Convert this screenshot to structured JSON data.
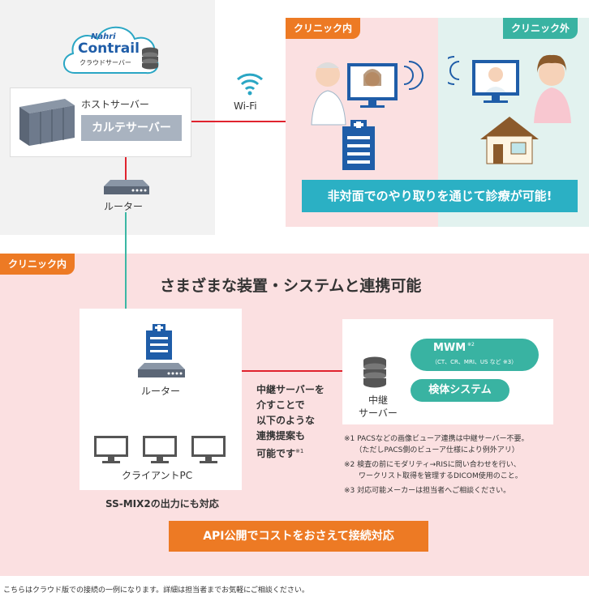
{
  "cloud": {
    "brand": "Nahri",
    "product": "Contrail",
    "sublabel": "クラウドサーバー"
  },
  "top": {
    "host_server": "ホストサーバー",
    "karte_server": "カルテサーバー",
    "router": "ルーター",
    "wifi": "Wi-Fi",
    "tag_clinic_in": "クリニック内",
    "tag_clinic_out": "クリニック外",
    "banner": "非対面でのやり取りを通じて診療が可能!"
  },
  "bottom": {
    "tag_clinic_in": "クリニック内",
    "heading": "さまざまな装置・システムと連携可能",
    "router": "ルーター",
    "client_pc": "クライアントPC",
    "relay_server": "中継\nサーバー",
    "relay_desc_lines": [
      "中継サーバーを",
      "介すことで",
      "以下のような",
      "連携提案も",
      "可能です"
    ],
    "relay_desc_note": "※1",
    "mwm_title": "MWM",
    "mwm_note": "※2",
    "mwm_sub": "（CT、CR、MRI、US など ※3）",
    "specimen": "検体システム",
    "footnotes": [
      "※1  PACSなどの画像ビューア連携は中継サーバー不要。",
      "　　（ただしPACS側のビューア仕様により例外アリ）",
      "※2  検査の前にモダリティ→RISに問い合わせを行い、",
      "　　ワークリスト取得を管理するDICOM使用のこと。",
      "※3  対応可能メーカーは担当者へご相談ください。"
    ],
    "ssmix": "SS-MIX2の出力にも対応",
    "api_banner": "API公開でコストをおさえて接続対応"
  },
  "footer_note": "こちらはクラウド版での接続の一例になります。詳細は担当者までお気軽にご相談ください。",
  "colors": {
    "red_line": "#e0232e",
    "teal_line": "#3bb7a4",
    "orange": "#ed7a24",
    "teal": "#39b3a2",
    "blue_banner": "#2bb0c4",
    "pink_bg": "#fbe0e1",
    "mint_bg": "#e2f2ef",
    "gray_bg": "#f2f2f2"
  }
}
